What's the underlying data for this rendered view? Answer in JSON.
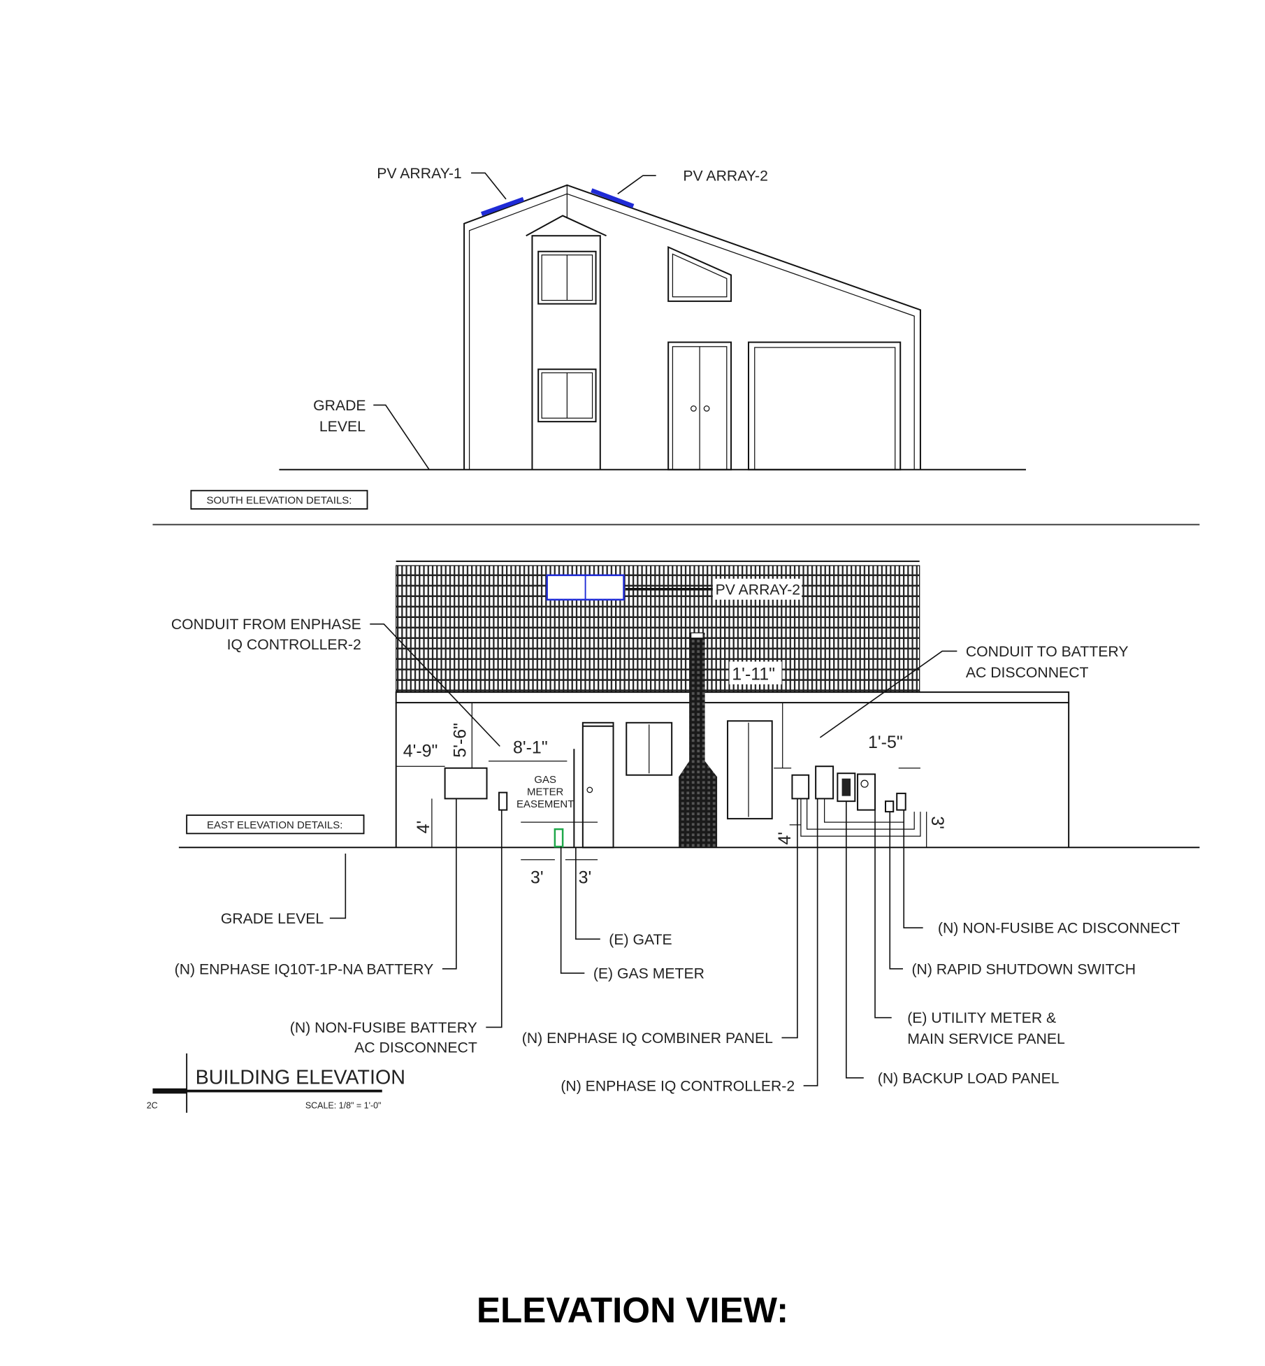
{
  "south": {
    "pv_array_1": "PV ARRAY-1",
    "pv_array_2": "PV ARRAY-2",
    "grade_level_1": "GRADE",
    "grade_level_2": "LEVEL",
    "section_label": "SOUTH ELEVATION DETAILS:"
  },
  "east": {
    "section_label": "EAST ELEVATION DETAILS:",
    "pv_array_2": "PV ARRAY-2",
    "conduit_from_1": "CONDUIT FROM ENPHASE",
    "conduit_from_2": "IQ CONTROLLER-2",
    "conduit_to_1": "CONDUIT TO BATTERY",
    "conduit_to_2": "AC DISCONNECT",
    "gas_easement_1": "GAS",
    "gas_easement_2": "METER",
    "gas_easement_3": "EASEMENT",
    "dims": {
      "d_4_9": "4'-9\"",
      "d_5_6": "5'-6\"",
      "d_8_1": "8'-1\"",
      "d_4a": "4'",
      "d_3a": "3'",
      "d_3b": "3'",
      "d_1_11": "1'-11\"",
      "d_1_5": "1'-5\"",
      "d_4b": "4'",
      "d_3c": "3'"
    },
    "callouts": {
      "grade_level": "GRADE LEVEL",
      "battery": "(N) ENPHASE IQ10T-1P-NA BATTERY",
      "battery_disc_1": "(N) NON-FUSIBE BATTERY",
      "battery_disc_2": "AC DISCONNECT",
      "gate": "(E) GATE",
      "gas_meter": "(E) GAS METER",
      "combiner": "(N) ENPHASE IQ COMBINER PANEL",
      "controller": "(N) ENPHASE IQ CONTROLLER-2",
      "backup": "(N) BACKUP LOAD PANEL",
      "utility_1": "(E) UTILITY METER &",
      "utility_2": "MAIN SERVICE PANEL",
      "rapid": "(N) RAPID SHUTDOWN SWITCH",
      "ac_disc": "(N) NON-FUSIBE AC DISCONNECT"
    }
  },
  "title_block": {
    "title": "BUILDING ELEVATION",
    "scale": "SCALE: 1/8\" = 1'-0\"",
    "sheet_ref": "2C"
  },
  "page_title": "ELEVATION VIEW:",
  "colors": {
    "pv": "#1f2bd6",
    "gas_meter": "#1fa84a"
  }
}
